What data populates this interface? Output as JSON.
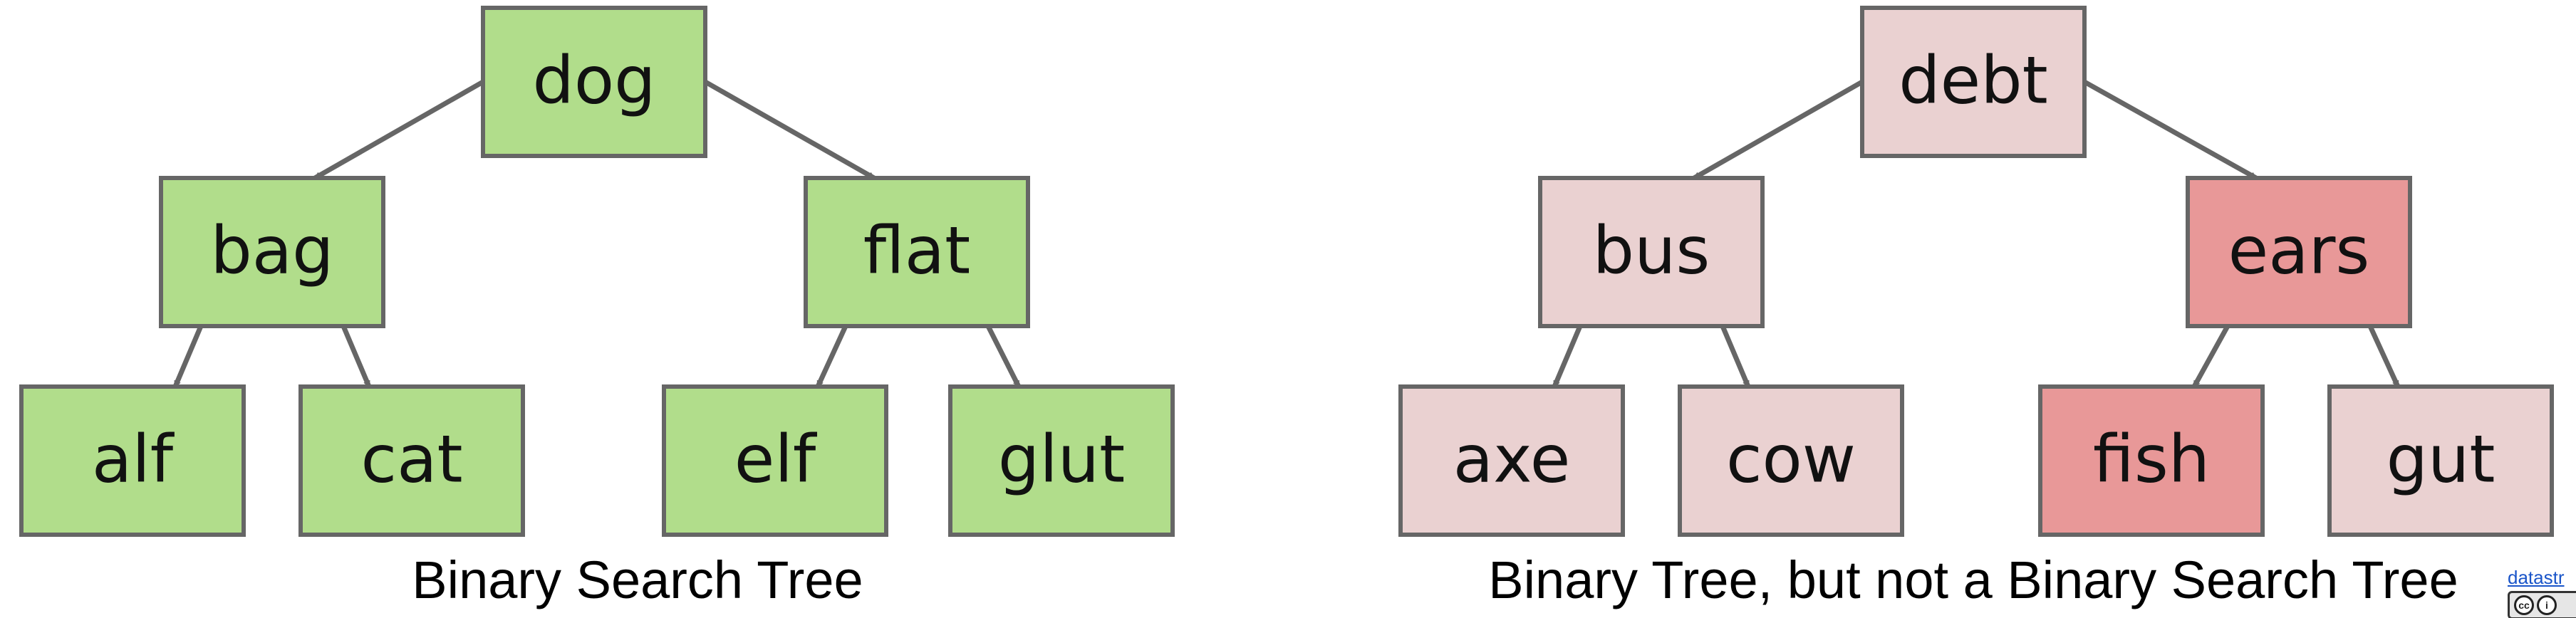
{
  "colors": {
    "valid_fill": "#b1dd8b",
    "light_pink_fill": "#ead1d1",
    "error_fill": "#e89898",
    "border": "#666666",
    "credit_link": "#1a55c9"
  },
  "trees": [
    {
      "caption": "Binary Search Tree",
      "nodes": [
        {
          "id": "dog",
          "label": "dog",
          "fill": "valid"
        },
        {
          "id": "bag",
          "label": "bag",
          "fill": "valid"
        },
        {
          "id": "flat",
          "label": "flat",
          "fill": "valid"
        },
        {
          "id": "alf",
          "label": "alf",
          "fill": "valid"
        },
        {
          "id": "cat",
          "label": "cat",
          "fill": "valid"
        },
        {
          "id": "elf",
          "label": "elf",
          "fill": "valid"
        },
        {
          "id": "glut",
          "label": "glut",
          "fill": "valid"
        }
      ],
      "edges": [
        [
          "dog",
          "bag"
        ],
        [
          "dog",
          "flat"
        ],
        [
          "bag",
          "alf"
        ],
        [
          "bag",
          "cat"
        ],
        [
          "flat",
          "elf"
        ],
        [
          "flat",
          "glut"
        ]
      ]
    },
    {
      "caption": "Binary Tree, but not a Binary Search Tree",
      "nodes": [
        {
          "id": "debt",
          "label": "debt",
          "fill": "light_pink"
        },
        {
          "id": "bus",
          "label": "bus",
          "fill": "light_pink"
        },
        {
          "id": "ears",
          "label": "ears",
          "fill": "error"
        },
        {
          "id": "axe",
          "label": "axe",
          "fill": "light_pink"
        },
        {
          "id": "cow",
          "label": "cow",
          "fill": "light_pink"
        },
        {
          "id": "fish",
          "label": "fish",
          "fill": "error"
        },
        {
          "id": "gut",
          "label": "gut",
          "fill": "light_pink"
        }
      ],
      "edges": [
        [
          "debt",
          "bus"
        ],
        [
          "debt",
          "ears"
        ],
        [
          "bus",
          "axe"
        ],
        [
          "bus",
          "cow"
        ],
        [
          "ears",
          "fish"
        ],
        [
          "ears",
          "gut"
        ]
      ]
    }
  ],
  "credit": {
    "link_text": "datastr",
    "badge_icon": "creative-commons-icon"
  }
}
